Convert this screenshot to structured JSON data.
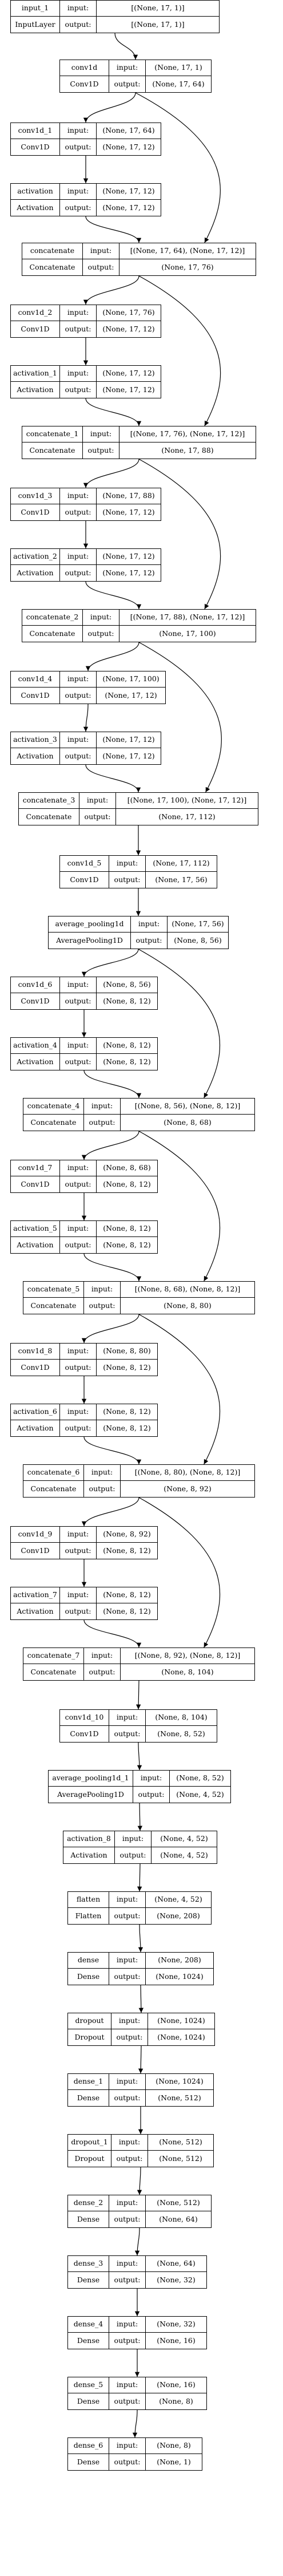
{
  "nodes": [
    {
      "id": "n1",
      "name": "input_1",
      "cls": "InputLayer",
      "rows": [
        {
          "label": "input:",
          "value": "[(None, 17, 1)]"
        },
        {
          "label": "output:",
          "value": "[(None, 17, 1)]"
        }
      ]
    },
    {
      "id": "n2",
      "name": "conv1d",
      "cls": "Conv1D",
      "rows": [
        {
          "label": "input:",
          "value": "(None, 17, 1)"
        },
        {
          "label": "output:",
          "value": "(None, 17, 64)"
        }
      ]
    },
    {
      "id": "n3",
      "name": "conv1d_1",
      "cls": "Conv1D",
      "rows": [
        {
          "label": "input:",
          "value": "(None, 17, 64)"
        },
        {
          "label": "output:",
          "value": "(None, 17, 12)"
        }
      ]
    },
    {
      "id": "n4",
      "name": "activation",
      "cls": "Activation",
      "rows": [
        {
          "label": "input:",
          "value": "(None, 17, 12)"
        },
        {
          "label": "output:",
          "value": "(None, 17, 12)"
        }
      ]
    },
    {
      "id": "n5",
      "name": "concatenate",
      "cls": "Concatenate",
      "rows": [
        {
          "label": "input:",
          "value": "[(None, 17, 64), (None, 17, 12)]"
        },
        {
          "label": "output:",
          "value": "(None, 17, 76)"
        }
      ]
    },
    {
      "id": "n6",
      "name": "conv1d_2",
      "cls": "Conv1D",
      "rows": [
        {
          "label": "input:",
          "value": "(None, 17, 76)"
        },
        {
          "label": "output:",
          "value": "(None, 17, 12)"
        }
      ]
    },
    {
      "id": "n7",
      "name": "activation_1",
      "cls": "Activation",
      "rows": [
        {
          "label": "input:",
          "value": "(None, 17, 12)"
        },
        {
          "label": "output:",
          "value": "(None, 17, 12)"
        }
      ]
    },
    {
      "id": "n8",
      "name": "concatenate_1",
      "cls": "Concatenate",
      "rows": [
        {
          "label": "input:",
          "value": "[(None, 17, 76), (None, 17, 12)]"
        },
        {
          "label": "output:",
          "value": "(None, 17, 88)"
        }
      ]
    },
    {
      "id": "n9",
      "name": "conv1d_3",
      "cls": "Conv1D",
      "rows": [
        {
          "label": "input:",
          "value": "(None, 17, 88)"
        },
        {
          "label": "output:",
          "value": "(None, 17, 12)"
        }
      ]
    },
    {
      "id": "n10",
      "name": "activation_2",
      "cls": "Activation",
      "rows": [
        {
          "label": "input:",
          "value": "(None, 17, 12)"
        },
        {
          "label": "output:",
          "value": "(None, 17, 12)"
        }
      ]
    },
    {
      "id": "n11",
      "name": "concatenate_2",
      "cls": "Concatenate",
      "rows": [
        {
          "label": "input:",
          "value": "[(None, 17, 88), (None, 17, 12)]"
        },
        {
          "label": "output:",
          "value": "(None, 17, 100)"
        }
      ]
    },
    {
      "id": "n12",
      "name": "conv1d_4",
      "cls": "Conv1D",
      "rows": [
        {
          "label": "input:",
          "value": "(None, 17, 100)"
        },
        {
          "label": "output:",
          "value": "(None, 17, 12)"
        }
      ]
    },
    {
      "id": "n13",
      "name": "activation_3",
      "cls": "Activation",
      "rows": [
        {
          "label": "input:",
          "value": "(None, 17, 12)"
        },
        {
          "label": "output:",
          "value": "(None, 17, 12)"
        }
      ]
    },
    {
      "id": "n14",
      "name": "concatenate_3",
      "cls": "Concatenate",
      "rows": [
        {
          "label": "input:",
          "value": "[(None, 17, 100), (None, 17, 12)]"
        },
        {
          "label": "output:",
          "value": "(None, 17, 112)"
        }
      ]
    },
    {
      "id": "n15",
      "name": "conv1d_5",
      "cls": "Conv1D",
      "rows": [
        {
          "label": "input:",
          "value": "(None, 17, 112)"
        },
        {
          "label": "output:",
          "value": "(None, 17, 56)"
        }
      ]
    },
    {
      "id": "n16",
      "name": "average_pooling1d",
      "cls": "AveragePooling1D",
      "rows": [
        {
          "label": "input:",
          "value": "(None, 17, 56)"
        },
        {
          "label": "output:",
          "value": "(None, 8, 56)"
        }
      ]
    },
    {
      "id": "n17",
      "name": "conv1d_6",
      "cls": "Conv1D",
      "rows": [
        {
          "label": "input:",
          "value": "(None, 8, 56)"
        },
        {
          "label": "output:",
          "value": "(None, 8, 12)"
        }
      ]
    },
    {
      "id": "n18",
      "name": "activation_4",
      "cls": "Activation",
      "rows": [
        {
          "label": "input:",
          "value": "(None, 8, 12)"
        },
        {
          "label": "output:",
          "value": "(None, 8, 12)"
        }
      ]
    },
    {
      "id": "n19",
      "name": "concatenate_4",
      "cls": "Concatenate",
      "rows": [
        {
          "label": "input:",
          "value": "[(None, 8, 56), (None, 8, 12)]"
        },
        {
          "label": "output:",
          "value": "(None, 8, 68)"
        }
      ]
    },
    {
      "id": "n20",
      "name": "conv1d_7",
      "cls": "Conv1D",
      "rows": [
        {
          "label": "input:",
          "value": "(None, 8, 68)"
        },
        {
          "label": "output:",
          "value": "(None, 8, 12)"
        }
      ]
    },
    {
      "id": "n21",
      "name": "activation_5",
      "cls": "Activation",
      "rows": [
        {
          "label": "input:",
          "value": "(None, 8, 12)"
        },
        {
          "label": "output:",
          "value": "(None, 8, 12)"
        }
      ]
    },
    {
      "id": "n22",
      "name": "concatenate_5",
      "cls": "Concatenate",
      "rows": [
        {
          "label": "input:",
          "value": "[(None, 8, 68), (None, 8, 12)]"
        },
        {
          "label": "output:",
          "value": "(None, 8, 80)"
        }
      ]
    },
    {
      "id": "n23",
      "name": "conv1d_8",
      "cls": "Conv1D",
      "rows": [
        {
          "label": "input:",
          "value": "(None, 8, 80)"
        },
        {
          "label": "output:",
          "value": "(None, 8, 12)"
        }
      ]
    },
    {
      "id": "n24",
      "name": "activation_6",
      "cls": "Activation",
      "rows": [
        {
          "label": "input:",
          "value": "(None, 8, 12)"
        },
        {
          "label": "output:",
          "value": "(None, 8, 12)"
        }
      ]
    },
    {
      "id": "n25",
      "name": "concatenate_6",
      "cls": "Concatenate",
      "rows": [
        {
          "label": "input:",
          "value": "[(None, 8, 80), (None, 8, 12)]"
        },
        {
          "label": "output:",
          "value": "(None, 8, 92)"
        }
      ]
    },
    {
      "id": "n26",
      "name": "conv1d_9",
      "cls": "Conv1D",
      "rows": [
        {
          "label": "input:",
          "value": "(None, 8, 92)"
        },
        {
          "label": "output:",
          "value": "(None, 8, 12)"
        }
      ]
    },
    {
      "id": "n27",
      "name": "activation_7",
      "cls": "Activation",
      "rows": [
        {
          "label": "input:",
          "value": "(None, 8, 12)"
        },
        {
          "label": "output:",
          "value": "(None, 8, 12)"
        }
      ]
    },
    {
      "id": "n28",
      "name": "concatenate_7",
      "cls": "Concatenate",
      "rows": [
        {
          "label": "input:",
          "value": "[(None, 8, 92), (None, 8, 12)]"
        },
        {
          "label": "output:",
          "value": "(None, 8, 104)"
        }
      ]
    },
    {
      "id": "n29",
      "name": "conv1d_10",
      "cls": "Conv1D",
      "rows": [
        {
          "label": "input:",
          "value": "(None, 8, 104)"
        },
        {
          "label": "output:",
          "value": "(None, 8, 52)"
        }
      ]
    },
    {
      "id": "n30",
      "name": "average_pooling1d_1",
      "cls": "AveragePooling1D",
      "rows": [
        {
          "label": "input:",
          "value": "(None, 8, 52)"
        },
        {
          "label": "output:",
          "value": "(None, 4, 52)"
        }
      ]
    },
    {
      "id": "n31",
      "name": "activation_8",
      "cls": "Activation",
      "rows": [
        {
          "label": "input:",
          "value": "(None, 4, 52)"
        },
        {
          "label": "output:",
          "value": "(None, 4, 52)"
        }
      ]
    },
    {
      "id": "n32",
      "name": "flatten",
      "cls": "Flatten",
      "rows": [
        {
          "label": "input:",
          "value": "(None, 4, 52)"
        },
        {
          "label": "output:",
          "value": "(None, 208)"
        }
      ]
    },
    {
      "id": "n33",
      "name": "dense",
      "cls": "Dense",
      "rows": [
        {
          "label": "input:",
          "value": "(None, 208)"
        },
        {
          "label": "output:",
          "value": "(None, 1024)"
        }
      ]
    },
    {
      "id": "n34",
      "name": "dropout",
      "cls": "Dropout",
      "rows": [
        {
          "label": "input:",
          "value": "(None, 1024)"
        },
        {
          "label": "output:",
          "value": "(None, 1024)"
        }
      ]
    },
    {
      "id": "n35",
      "name": "dense_1",
      "cls": "Dense",
      "rows": [
        {
          "label": "input:",
          "value": "(None, 1024)"
        },
        {
          "label": "output:",
          "value": "(None, 512)"
        }
      ]
    },
    {
      "id": "n36",
      "name": "dropout_1",
      "cls": "Dropout",
      "rows": [
        {
          "label": "input:",
          "value": "(None, 512)"
        },
        {
          "label": "output:",
          "value": "(None, 512)"
        }
      ]
    },
    {
      "id": "n37",
      "name": "dense_2",
      "cls": "Dense",
      "rows": [
        {
          "label": "input:",
          "value": "(None, 512)"
        },
        {
          "label": "output:",
          "value": "(None, 64)"
        }
      ]
    },
    {
      "id": "n38",
      "name": "dense_3",
      "cls": "Dense",
      "rows": [
        {
          "label": "input:",
          "value": "(None, 64)"
        },
        {
          "label": "output:",
          "value": "(None, 32)"
        }
      ]
    },
    {
      "id": "n39",
      "name": "dense_4",
      "cls": "Dense",
      "rows": [
        {
          "label": "input:",
          "value": "(None, 32)"
        },
        {
          "label": "output:",
          "value": "(None, 16)"
        }
      ]
    },
    {
      "id": "n40",
      "name": "dense_5",
      "cls": "Dense",
      "rows": [
        {
          "label": "input:",
          "value": "(None, 16)"
        },
        {
          "label": "output:",
          "value": "(None, 8)"
        }
      ]
    },
    {
      "id": "n41",
      "name": "dense_6",
      "cls": "Dense",
      "rows": [
        {
          "label": "input:",
          "value": "(None, 8)"
        },
        {
          "label": "output:",
          "value": "(None, 1)"
        }
      ]
    }
  ],
  "edges": [
    [
      "n1",
      "n2"
    ],
    [
      "n2",
      "n3"
    ],
    [
      "n3",
      "n4"
    ],
    [
      "n4",
      "n5"
    ],
    [
      "n2",
      "n5"
    ],
    [
      "n5",
      "n6"
    ],
    [
      "n6",
      "n7"
    ],
    [
      "n7",
      "n8"
    ],
    [
      "n5",
      "n8"
    ],
    [
      "n8",
      "n9"
    ],
    [
      "n9",
      "n10"
    ],
    [
      "n10",
      "n11"
    ],
    [
      "n8",
      "n11"
    ],
    [
      "n11",
      "n12"
    ],
    [
      "n12",
      "n13"
    ],
    [
      "n13",
      "n14"
    ],
    [
      "n11",
      "n14"
    ],
    [
      "n14",
      "n15"
    ],
    [
      "n15",
      "n16"
    ],
    [
      "n16",
      "n17"
    ],
    [
      "n17",
      "n18"
    ],
    [
      "n18",
      "n19"
    ],
    [
      "n16",
      "n19"
    ],
    [
      "n19",
      "n20"
    ],
    [
      "n20",
      "n21"
    ],
    [
      "n21",
      "n22"
    ],
    [
      "n19",
      "n22"
    ],
    [
      "n22",
      "n23"
    ],
    [
      "n23",
      "n24"
    ],
    [
      "n24",
      "n25"
    ],
    [
      "n22",
      "n25"
    ],
    [
      "n25",
      "n26"
    ],
    [
      "n26",
      "n27"
    ],
    [
      "n27",
      "n28"
    ],
    [
      "n25",
      "n28"
    ],
    [
      "n28",
      "n29"
    ],
    [
      "n29",
      "n30"
    ],
    [
      "n30",
      "n31"
    ],
    [
      "n31",
      "n32"
    ],
    [
      "n32",
      "n33"
    ],
    [
      "n33",
      "n34"
    ],
    [
      "n34",
      "n35"
    ],
    [
      "n35",
      "n36"
    ],
    [
      "n36",
      "n37"
    ],
    [
      "n37",
      "n38"
    ],
    [
      "n38",
      "n39"
    ],
    [
      "n39",
      "n40"
    ],
    [
      "n40",
      "n41"
    ]
  ]
}
